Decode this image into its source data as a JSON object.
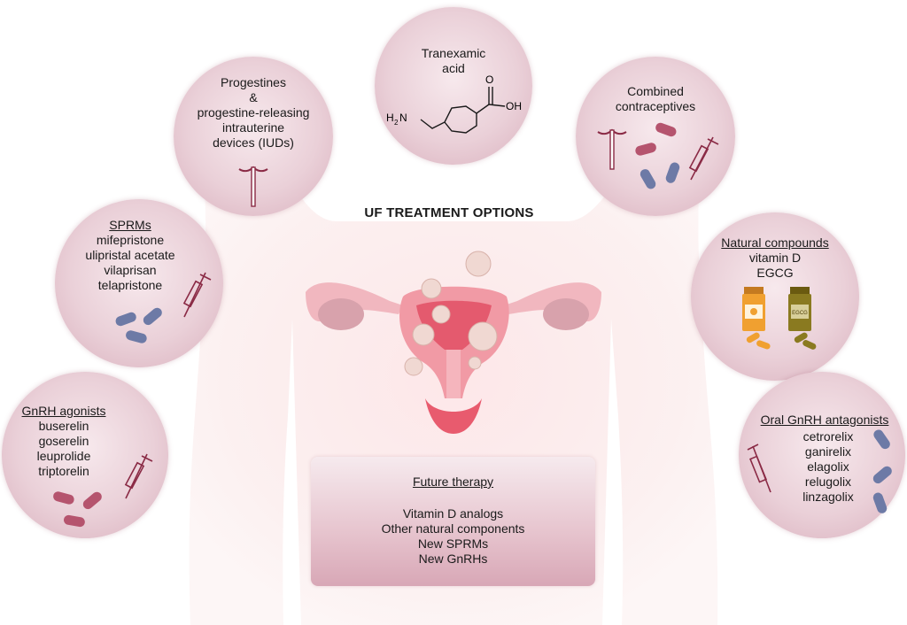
{
  "title": "UF TREATMENT OPTIONS",
  "groups": {
    "tranexamic": {
      "lines": [
        "Tranexamic",
        "acid"
      ],
      "chem": {
        "nh2": "H",
        "nh2_sub": "2",
        "nh2_n": "N",
        "oh": "OH",
        "o": "O"
      }
    },
    "progestines": {
      "lines": [
        "Progestines",
        "&",
        "progestine-releasing",
        "intrauterine",
        "devices (IUDs)"
      ]
    },
    "combined": {
      "lines": [
        "Combined",
        "contraceptives"
      ]
    },
    "sprms": {
      "heading": "SPRMs",
      "items": [
        "mifepristone",
        "ulipristal acetate",
        "vilaprisan",
        "telapristone"
      ]
    },
    "natural": {
      "heading": "Natural compounds",
      "items": [
        "vitamin D",
        "EGCG"
      ],
      "bottle_label": "EGCG"
    },
    "gnrh_agonists": {
      "heading": "GnRH agonists",
      "items": [
        "buserelin",
        "goserelin",
        "leuprolide",
        "triptorelin"
      ]
    },
    "oral_gnrh": {
      "heading": "Oral GnRH antagonists",
      "items": [
        "cetrorelix",
        "ganirelix",
        "elagolix",
        "relugolix",
        "linzagolix"
      ]
    },
    "future": {
      "heading": "Future therapy",
      "items": [
        "Vitamin D analogs",
        "Other natural components",
        "New SPRMs",
        "New GnRHs"
      ]
    }
  },
  "colors": {
    "bubble": "#ead0d8",
    "accent": "#8a2a45",
    "pill_pink": "#b5546e",
    "pill_blue": "#6d7aa6",
    "bottle_orange": "#f0a030",
    "bottle_olive": "#8a7a20",
    "body": "#fbeeee"
  }
}
